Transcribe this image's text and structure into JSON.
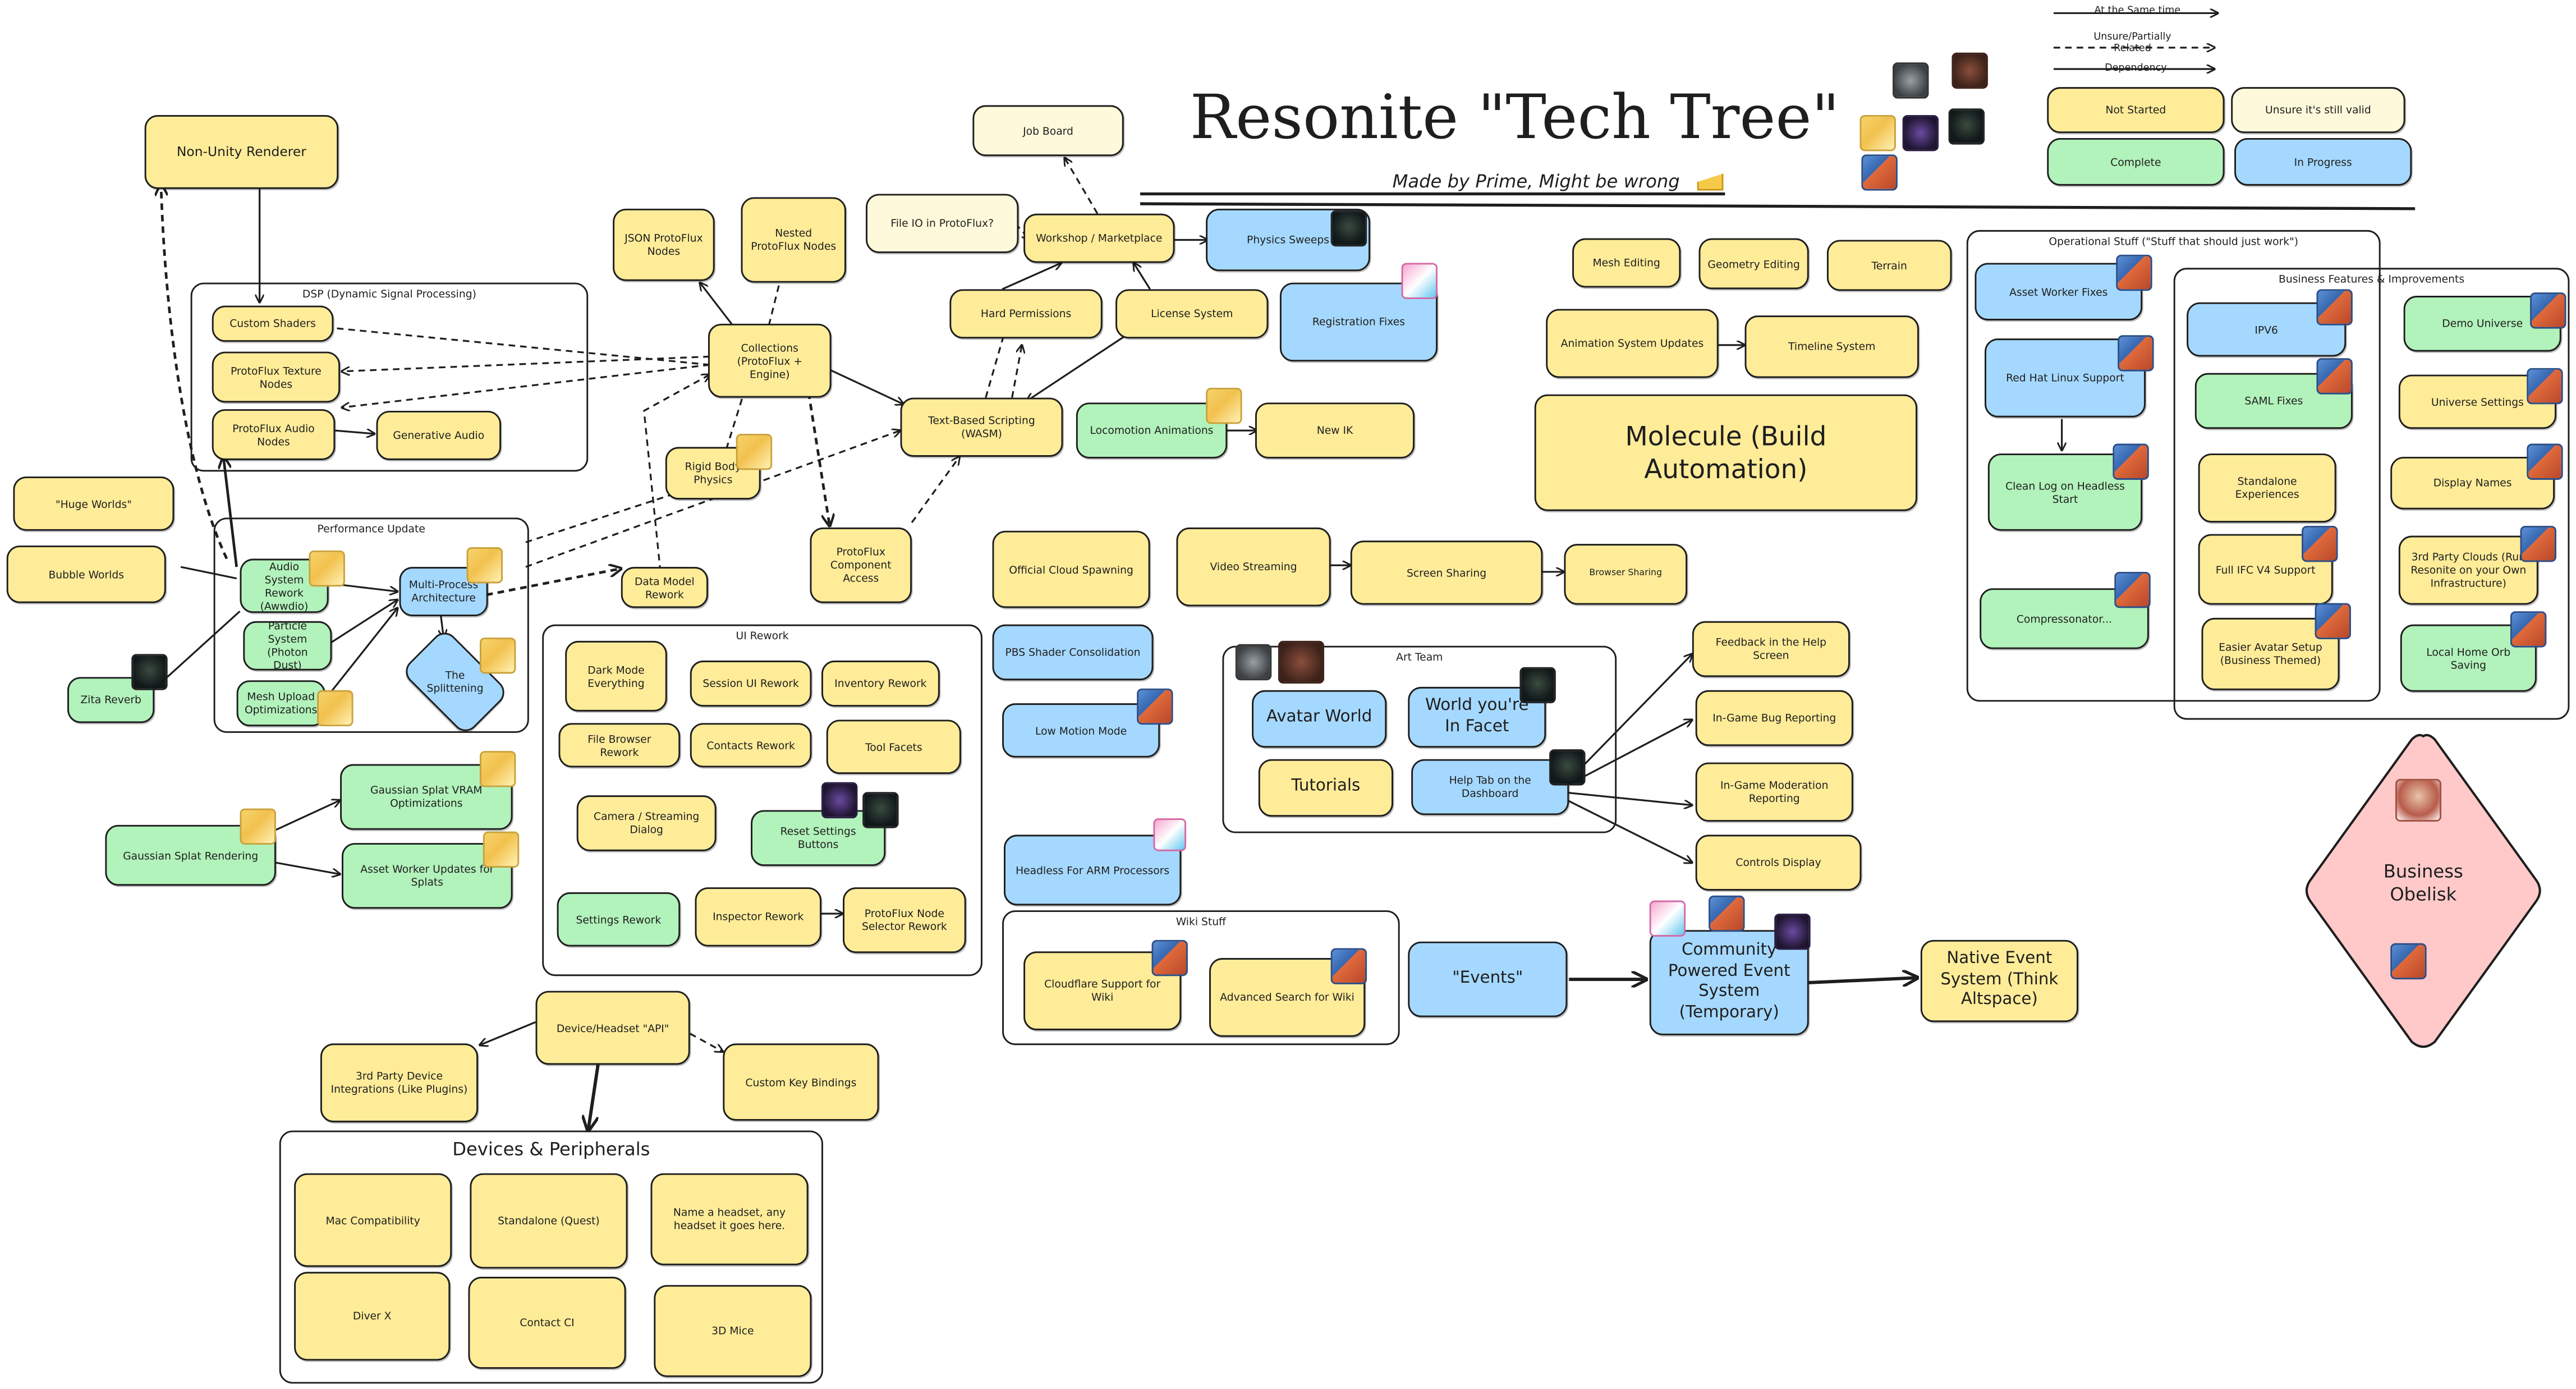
{
  "header": {
    "title": "Resonite \"Tech Tree\"",
    "subtitle": "Made by Prime, Might be wrong"
  },
  "legend": {
    "at_same_time": "At the Same time",
    "unsure_related": "Unsure/Partially Related",
    "dependency": "Dependency",
    "not_started": "Not Started",
    "unsure_valid": "Unsure it's still valid",
    "complete": "Complete",
    "in_progress": "In Progress"
  },
  "colors": {
    "not_started": "#ffec99",
    "unsure_valid": "#fff9db",
    "complete": "#b2f2bb",
    "in_progress": "#a5d8ff",
    "obelisk": "#ffc9c9"
  },
  "groups": {
    "dsp": "DSP (Dynamic Signal Processing)",
    "performance": "Performance Update",
    "ui_rework": "UI Rework",
    "art_team": "Art Team",
    "wiki": "Wiki Stuff",
    "devices": "Devices & Peripherals",
    "operational": "Operational Stuff (\"Stuff that should just work\")",
    "business": "Business Features & Improvements"
  },
  "nodes": {
    "non_unity_renderer": "Non-Unity Renderer",
    "custom_shaders": "Custom Shaders",
    "protoflux_texture_nodes": "ProtoFlux Texture Nodes",
    "protoflux_audio_nodes": "ProtoFlux Audio Nodes",
    "generative_audio": "Generative Audio",
    "huge_worlds": "\"Huge Worlds\"",
    "bubble_worlds": "Bubble Worlds",
    "zita_reverb": "Zita Reverb",
    "audio_system_rework": "Audio System Rework (Awwdio)",
    "particle_system": "Particle System (Photon Dust)",
    "mesh_upload": "Mesh Upload Optimizations",
    "multi_process": "Multi-Process Architecture",
    "the_splittening": "The Splittening",
    "data_model_rework": "Data Model Rework",
    "json_protoflux": "JSON ProtoFlux Nodes",
    "nested_protoflux": "Nested ProtoFlux Nodes",
    "collections": "Collections (ProtoFlux + Engine)",
    "rigid_body": "Rigid Body Physics",
    "protoflux_component_access": "ProtoFlux Component Access",
    "text_based_scripting": "Text-Based Scripting (WASM)",
    "job_board": "Job Board",
    "file_io": "File IO in ProtoFlux?",
    "workshop": "Workshop / Marketplace",
    "hard_permissions": "Hard Permissions",
    "license_system": "License System",
    "physics_sweeps": "Physics Sweeps",
    "registration_fixes": "Registration Fixes",
    "locomotion_animations": "Locomotion Animations",
    "new_ik": "New IK",
    "gaussian_vram": "Gaussian Splat VRAM Optimizations",
    "gaussian_rendering": "Gaussian Splat Rendering",
    "asset_worker_splats": "Asset Worker Updates for Splats",
    "dark_mode": "Dark Mode Everything",
    "session_ui": "Session UI Rework",
    "inventory_rework": "Inventory Rework",
    "file_browser": "File Browser Rework",
    "contacts_rework": "Contacts Rework",
    "tool_facets": "Tool Facets",
    "camera_streaming": "Camera / Streaming Dialog",
    "reset_settings": "Reset Settings Buttons",
    "settings_rework": "Settings Rework",
    "inspector_rework": "Inspector Rework",
    "protoflux_node_selector": "ProtoFlux Node Selector Rework",
    "device_api": "Device/Headset \"API\"",
    "third_party_devices": "3rd Party Device Integrations (Like Plugins)",
    "custom_key_bindings": "Custom Key Bindings",
    "mac_compat": "Mac Compatibility",
    "standalone_quest": "Standalone (Quest)",
    "name_headset": "Name a headset, any headset it goes here.",
    "diver_x": "Diver X",
    "contact_ci": "Contact CI",
    "mice_3d": "3D Mice",
    "official_cloud_spawning": "Official Cloud Spawning",
    "pbs_shader": "PBS Shader Consolidation",
    "low_motion": "Low Motion Mode",
    "headless_arm": "Headless For ARM Processors",
    "cloudflare_wiki": "Cloudflare Support for Wiki",
    "advanced_search_wiki": "Advanced Search for Wiki",
    "video_streaming": "Video Streaming",
    "screen_sharing": "Screen Sharing",
    "browser_sharing": "Browser Sharing",
    "avatar_world": "Avatar World",
    "world_in_facet": "World you're In Facet",
    "tutorials": "Tutorials",
    "help_tab": "Help Tab on the Dashboard",
    "feedback_help": "Feedback in the Help Screen",
    "in_game_bug": "In-Game Bug Reporting",
    "in_game_moderation": "In-Game Moderation Reporting",
    "controls_display": "Controls Display",
    "events": "\"Events\"",
    "community_events": "Community Powered Event System (Temporary)",
    "native_events": "Native Event System (Think Altspace)",
    "mesh_editing": "Mesh Editing",
    "geometry_editing": "Geometry Editing",
    "terrain": "Terrain",
    "animation_system": "Animation System Updates",
    "timeline_system": "Timeline System",
    "molecule": "Molecule (Build Automation)",
    "asset_worker_fixes": "Asset Worker Fixes",
    "red_hat": "Red Hat Linux Support",
    "clean_log": "Clean Log on Headless Start",
    "compressonator": "Compressonator...",
    "ipv6": "IPV6",
    "saml_fixes": "SAML Fixes",
    "standalone_experiences": "Standalone Experiences",
    "full_ifc": "Full IFC V4 Support",
    "easier_avatar": "Easier Avatar Setup (Business Themed)",
    "demo_universe": "Demo Universe",
    "universe_settings": "Universe Settings",
    "display_names": "Display Names",
    "third_party_clouds": "3rd Party Clouds (Run Resonite on your Own Infrastructure)",
    "local_home_orb": "Local Home Orb Saving",
    "business_obelisk": "Business Obelisk"
  },
  "avatars": {
    "fox": "fox-avatar-icon",
    "cat": "cat-avatar-icon",
    "redhead": "redhead-avatar-icon",
    "bunny": "bunny-avatar-icon",
    "brown": "brown-avatar-icon",
    "grey": "grey-avatar-icon",
    "purple": "purple-avatar-icon",
    "man": "man-avatar-icon"
  }
}
